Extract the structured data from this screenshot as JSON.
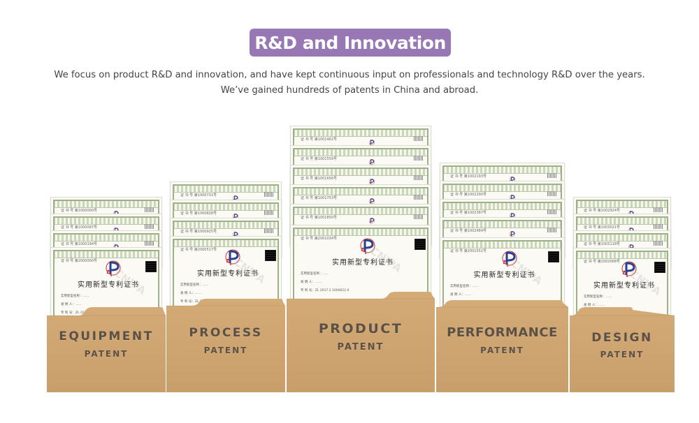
{
  "header": {
    "title": "R&D and Innovation",
    "intro_line1": "We focus on product R&D and innovation, and have kept continuous input on professionals and technology R&D over the years.",
    "intro_line2": "We’ve gained hundreds of patents in China and abroad."
  },
  "certificate": {
    "title": "实用新型专利证书",
    "watermark": "CNIPA"
  },
  "folders": [
    {
      "line1": "EQUIPMENT",
      "line2": "PATENT"
    },
    {
      "line1": "PROCESS",
      "line2": "PATENT"
    },
    {
      "line1": "PRODUCT",
      "line2": "PATENT"
    },
    {
      "line1": "PERFORMANCE",
      "line2": "PATENT"
    },
    {
      "line1": "DESIGN",
      "line2": "PATENT"
    }
  ],
  "colors": {
    "badge": "#9878b4",
    "folder": "#d4aa76",
    "folder_dark": "#c89e6a",
    "label": "#5b5146"
  },
  "icons": [
    "cnipa-logo-icon",
    "qr-code-icon"
  ]
}
